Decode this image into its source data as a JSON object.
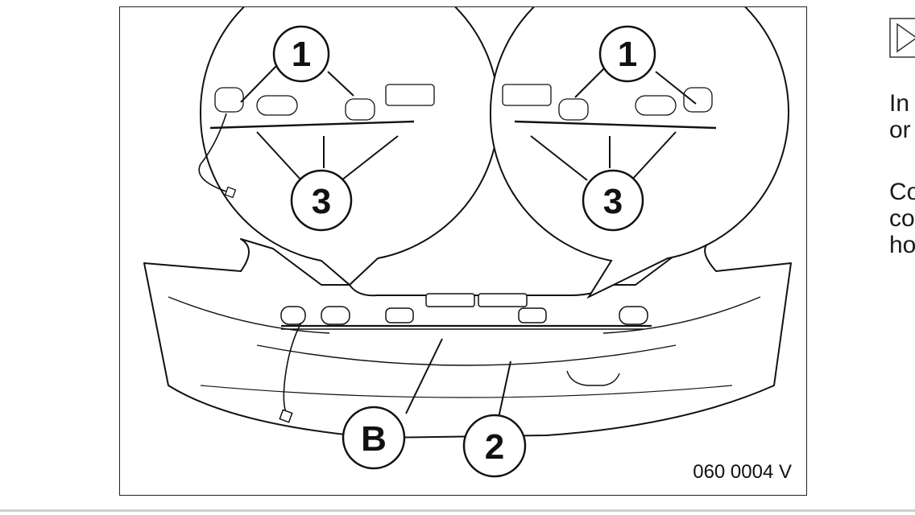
{
  "figure": {
    "code": "060 0004 V",
    "callouts": {
      "left_top": "1",
      "left_bottom": "3",
      "right_top": "1",
      "right_bottom": "3",
      "b": "B",
      "two": "2"
    }
  },
  "side_panel": {
    "icon": "play-icon",
    "lines": [
      "In",
      "or",
      "Co",
      "co",
      "ho"
    ]
  }
}
